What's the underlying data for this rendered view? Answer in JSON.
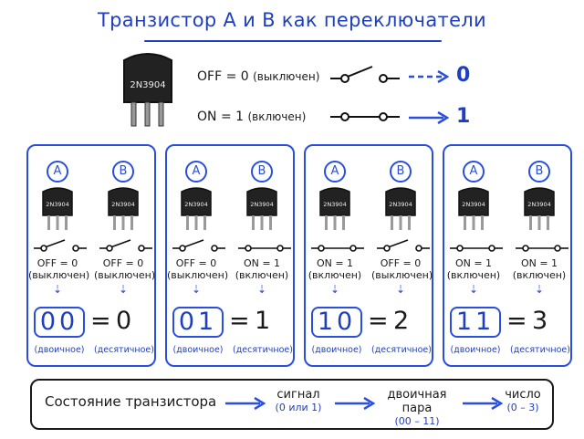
{
  "title": "Транзистор A и B как переключатели",
  "transistor_marking": "2N3904",
  "legend": {
    "off_label": "OFF = 0",
    "off_paren": "(выключен)",
    "off_value": "0",
    "on_label": "ON = 1",
    "on_paren": "(включен)",
    "on_value": "1"
  },
  "panels": [
    {
      "a_letter": "A",
      "b_letter": "B",
      "a_state": "OFF = 0",
      "a_paren": "(выключен)",
      "b_state": "OFF = 0",
      "b_paren": "(выключен)",
      "binary": "00",
      "equals": "=",
      "decimal": "0",
      "binary_label": "(двоичное)",
      "decimal_label": "(десятичное)"
    },
    {
      "a_letter": "A",
      "b_letter": "B",
      "a_state": "OFF = 0",
      "a_paren": "(выключен)",
      "b_state": "ON = 1",
      "b_paren": "(включен)",
      "binary": "01",
      "equals": "=",
      "decimal": "1",
      "binary_label": "(двоичное)",
      "decimal_label": "(десятичное)"
    },
    {
      "a_letter": "A",
      "b_letter": "B",
      "a_state": "ON = 1",
      "a_paren": "(включен)",
      "b_state": "OFF = 0",
      "b_paren": "(выключен)",
      "binary": "10",
      "equals": "=",
      "decimal": "2",
      "binary_label": "(двоичное)",
      "decimal_label": "(десятичное)"
    },
    {
      "a_letter": "A",
      "b_letter": "B",
      "a_state": "ON = 1",
      "a_paren": "(включен)",
      "b_state": "ON = 1",
      "b_paren": "(включен)",
      "binary": "11",
      "equals": "=",
      "decimal": "3",
      "binary_label": "(двоичное)",
      "decimal_label": "(десятичное)"
    }
  ],
  "flow": {
    "state": "Состояние транзистора",
    "signal": "сигнал",
    "signal_sub": "(0 или 1)",
    "pair": "двоичная пара",
    "pair_sub": "(00 – 11)",
    "number": "число",
    "number_sub": "(0 – 3)"
  },
  "colors": {
    "accent": "#2a4fe0",
    "text": "#1a1a1a"
  }
}
